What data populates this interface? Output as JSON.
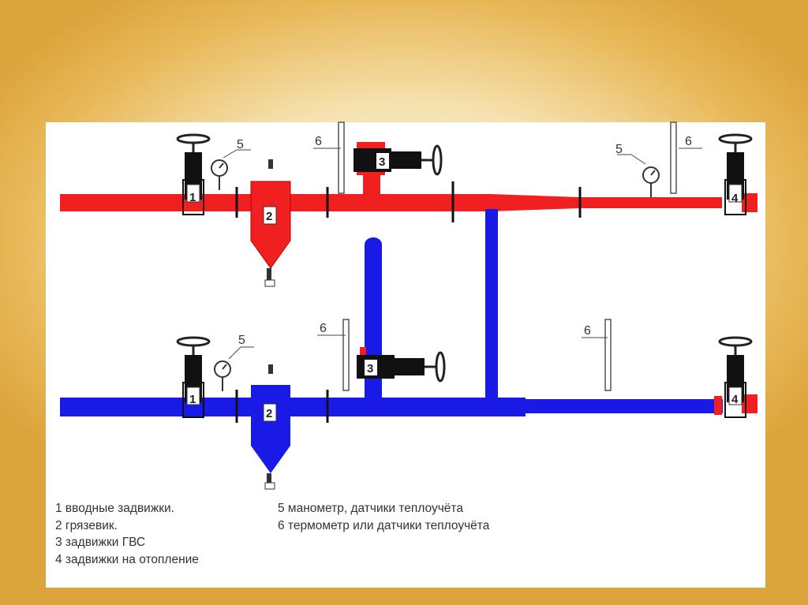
{
  "title": "Схема теплового узла",
  "colors": {
    "supply": "#f02020",
    "return": "#1a1ae6",
    "valve": "#111111"
  },
  "markers": {
    "valve_inlet": "1",
    "mud_trap": "2",
    "dhw_valve": "3",
    "heating_valve": "4",
    "manometer": "5",
    "thermometer": "6"
  },
  "legend": {
    "left": [
      "1 вводные задвижки.",
      "2 грязевик.",
      "3 задвижки ГВС",
      "4 задвижки на отопление"
    ],
    "right": [
      "5 манометр, датчики теплоучёта",
      "6 термометр или датчики теплоучёта"
    ]
  }
}
